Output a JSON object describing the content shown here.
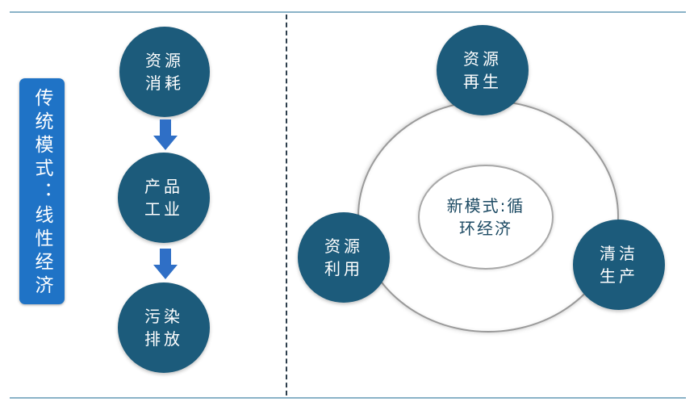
{
  "sidebar": {
    "label": "传统模式：线性经济"
  },
  "linear": {
    "resource_consumption": "资源消耗",
    "industrial_product": "产品工业",
    "pollution_emission": "污染排放"
  },
  "cycle": {
    "center": "新模式:循环经济",
    "resource_regeneration": "资源再生",
    "resource_utilization": "资源利用",
    "clean_production": "清洁生产"
  },
  "colors": {
    "circle_fill": "#1c5b7b",
    "arrow": "#2f6fc6",
    "sidebar": "#1f73c6"
  }
}
